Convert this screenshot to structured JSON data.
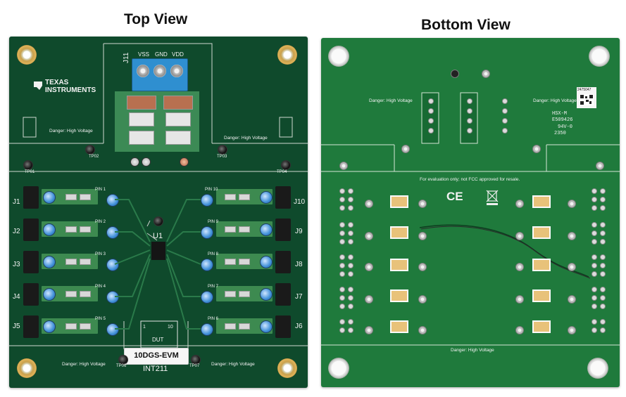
{
  "titles": {
    "top_view": "Top View",
    "bottom_view": "Bottom View"
  },
  "top_board": {
    "logo_line1": "TEXAS",
    "logo_line2": "INSTRUMENTS",
    "connector": "J11",
    "power_labels": [
      "VSS",
      "GND",
      "VDD"
    ],
    "danger_labels": [
      "Danger: High Voltage",
      "Danger: High Voltage",
      "Danger: High Voltage",
      "Danger: High Voltage"
    ],
    "j_left": [
      "J1",
      "J2",
      "J3",
      "J4",
      "J5"
    ],
    "j_right": [
      "J10",
      "J9",
      "J8",
      "J7",
      "J6"
    ],
    "ic_label": "U1",
    "dut_label": "DUT",
    "pin1_label": "1",
    "pin10_label": "10",
    "board_name": "10DGS-EVM",
    "part_name": "INT211",
    "tp_top": [
      "TP01",
      "TP02",
      "TP03",
      "TP04"
    ],
    "tp_bottom": [
      "TP06",
      "TP07"
    ],
    "pin_left": [
      "PIN 1",
      "PIN 2",
      "PIN 3",
      "PIN 4",
      "PIN 5"
    ],
    "pin_right": [
      "PIN 10",
      "PIN 9",
      "PIN 8",
      "PIN 7",
      "PIN 6"
    ]
  },
  "bottom_board": {
    "danger_left": "Danger: High Voltage",
    "danger_right": "Danger: High Voltage",
    "danger_bottom": "Danger: High Voltage",
    "evaluation_notice": "For evaluation only; not FCC approved for resale.",
    "ce_mark": "CE",
    "label_code": "2475047",
    "marking_line1": "HSX-M",
    "marking_line2": "E509426",
    "marking_line3": "94V-0",
    "marking_line4": "2350"
  },
  "colors": {
    "top_board": "#0f4a2c",
    "bottom_board": "#1f7a3c",
    "terminal_block": "#2f8fd0",
    "test_point_blue": "#3f8fd8",
    "gold_pad": "#c8a04c"
  }
}
